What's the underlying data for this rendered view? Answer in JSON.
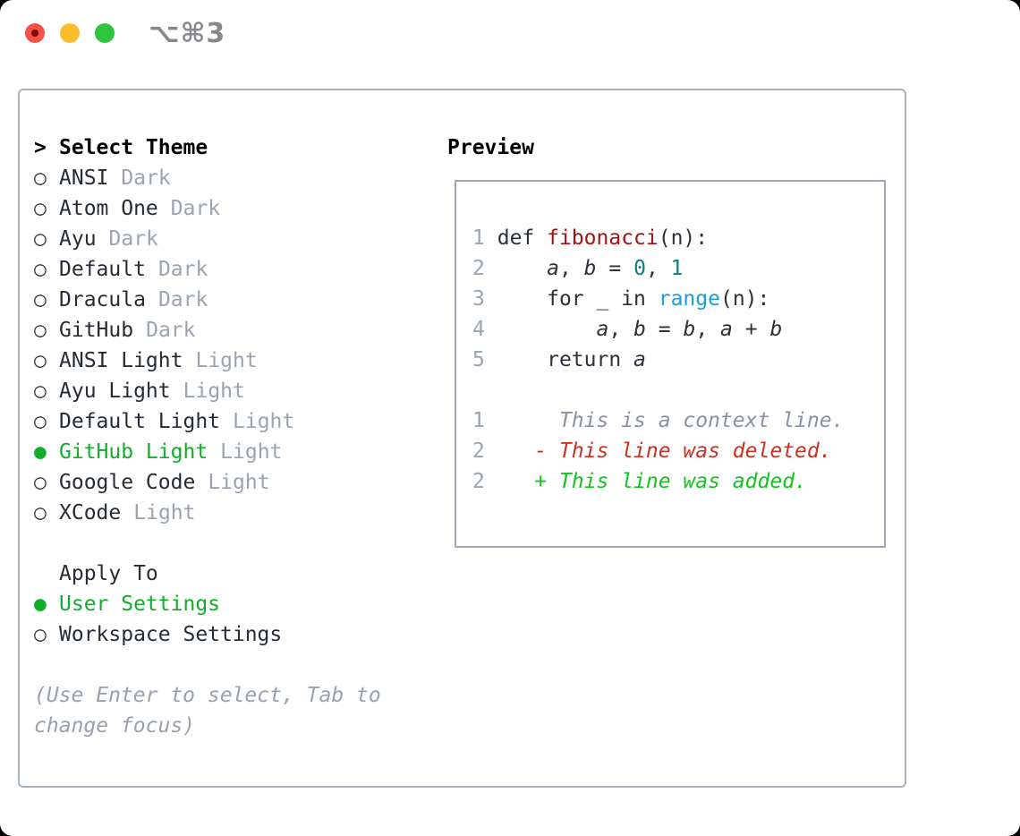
{
  "titlebar": {
    "shortcut": "⌥⌘3",
    "buttons": [
      "close",
      "minimize",
      "zoom"
    ]
  },
  "theme_panel": {
    "header": "Select Theme",
    "header_prefix": ">",
    "items": [
      {
        "name": "ANSI",
        "tag": "Dark",
        "selected": false
      },
      {
        "name": "Atom One",
        "tag": "Dark",
        "selected": false
      },
      {
        "name": "Ayu",
        "tag": "Dark",
        "selected": false
      },
      {
        "name": "Default",
        "tag": "Dark",
        "selected": false
      },
      {
        "name": "Dracula",
        "tag": "Dark",
        "selected": false
      },
      {
        "name": "GitHub",
        "tag": "Dark",
        "selected": false
      },
      {
        "name": "ANSI Light",
        "tag": "Light",
        "selected": false
      },
      {
        "name": "Ayu Light",
        "tag": "Light",
        "selected": false
      },
      {
        "name": "Default Light",
        "tag": "Light",
        "selected": false
      },
      {
        "name": "GitHub Light",
        "tag": "Light",
        "selected": true
      },
      {
        "name": "Google Code",
        "tag": "Light",
        "selected": false
      },
      {
        "name": "XCode",
        "tag": "Light",
        "selected": false
      }
    ]
  },
  "apply_panel": {
    "header": "Apply To",
    "items": [
      {
        "name": "User Settings",
        "selected": true
      },
      {
        "name": "Workspace Settings",
        "selected": false
      }
    ]
  },
  "hint": "(Use Enter to select, Tab to change focus)",
  "preview": {
    "header": "Preview",
    "code_lines": [
      {
        "num": "1",
        "tokens": [
          {
            "t": "def ",
            "c": "plain"
          },
          {
            "t": "fibonacci",
            "c": "func"
          },
          {
            "t": "(n):",
            "c": "plain"
          }
        ]
      },
      {
        "num": "2",
        "tokens": [
          {
            "t": "    ",
            "c": "plain"
          },
          {
            "t": "a",
            "c": "var"
          },
          {
            "t": ", ",
            "c": "plain"
          },
          {
            "t": "b",
            "c": "var"
          },
          {
            "t": " = ",
            "c": "plain"
          },
          {
            "t": "0",
            "c": "num"
          },
          {
            "t": ", ",
            "c": "plain"
          },
          {
            "t": "1",
            "c": "num"
          }
        ]
      },
      {
        "num": "3",
        "tokens": [
          {
            "t": "    for _ in ",
            "c": "plain"
          },
          {
            "t": "range",
            "c": "call"
          },
          {
            "t": "(n):",
            "c": "plain"
          }
        ]
      },
      {
        "num": "4",
        "tokens": [
          {
            "t": "        ",
            "c": "plain"
          },
          {
            "t": "a",
            "c": "var"
          },
          {
            "t": ", ",
            "c": "plain"
          },
          {
            "t": "b",
            "c": "var"
          },
          {
            "t": " = ",
            "c": "plain"
          },
          {
            "t": "b",
            "c": "var"
          },
          {
            "t": ", ",
            "c": "plain"
          },
          {
            "t": "a",
            "c": "var"
          },
          {
            "t": " + ",
            "c": "plain"
          },
          {
            "t": "b",
            "c": "var"
          }
        ]
      },
      {
        "num": "5",
        "tokens": [
          {
            "t": "    return ",
            "c": "plain"
          },
          {
            "t": "a",
            "c": "var"
          }
        ]
      }
    ],
    "diff_lines": [
      {
        "num": "1",
        "sign": " ",
        "kind": "context",
        "text": "This is a context line."
      },
      {
        "num": "2",
        "sign": "-",
        "kind": "deleted",
        "text": "This line was deleted."
      },
      {
        "num": "2",
        "sign": "+",
        "kind": "added",
        "text": "This line was added."
      }
    ]
  },
  "colors": {
    "selection_green": "#12ad2b",
    "added_green": "#14c31d",
    "deleted_red": "#cb3021",
    "function_red": "#a51214",
    "number_teal": "#0e7e7f",
    "builtin_blue": "#1d9cd9",
    "muted_gray": "#9aa4b0",
    "hint_gray": "#98a1ac",
    "context_gray": "#8a929d",
    "text_dark": "#262c33",
    "border_gray": "#a9b2bb",
    "traffic_red": "#f4514a",
    "traffic_yellow": "#fbbd2b",
    "traffic_green": "#2ec53e"
  }
}
